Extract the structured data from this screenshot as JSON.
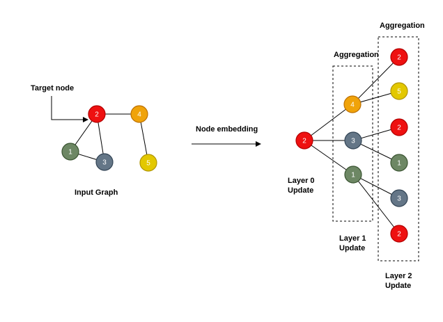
{
  "colors": {
    "red": "#ee1111",
    "red_stroke": "#b20000",
    "orange": "#f0a30a",
    "orange_stroke": "#bd7000",
    "yellow": "#e3c800",
    "yellow_stroke": "#b09500",
    "slate": "#647687",
    "slate_stroke": "#314354",
    "green": "#6d8764",
    "green_stroke": "#3a5431"
  },
  "labels": {
    "target_node": "Target node",
    "input_graph": "Input Graph",
    "node_embedding": "Node embedding",
    "aggregation_1": "Aggregation",
    "aggregation_2": "Aggregation",
    "layer0_line1": "Layer 0",
    "layer0_line2": "Update",
    "layer1_line1": "Layer 1",
    "layer1_line2": "Update",
    "layer2_line1": "Layer 2",
    "layer2_line2": "Update"
  },
  "input_graph": {
    "nodes": [
      {
        "id": "n2",
        "label": "2",
        "color": "red"
      },
      {
        "id": "n4",
        "label": "4",
        "color": "orange"
      },
      {
        "id": "n1",
        "label": "1",
        "color": "green"
      },
      {
        "id": "n3",
        "label": "3",
        "color": "slate"
      },
      {
        "id": "n5",
        "label": "5",
        "color": "yellow"
      }
    ],
    "edges": [
      [
        "n2",
        "n4"
      ],
      [
        "n2",
        "n1"
      ],
      [
        "n2",
        "n3"
      ],
      [
        "n1",
        "n3"
      ],
      [
        "n4",
        "n5"
      ]
    ]
  },
  "tree": {
    "nodes": [
      {
        "id": "t0",
        "label": "2",
        "color": "red"
      },
      {
        "id": "t1a",
        "label": "4",
        "color": "orange"
      },
      {
        "id": "t1b",
        "label": "3",
        "color": "slate"
      },
      {
        "id": "t1c",
        "label": "1",
        "color": "green"
      },
      {
        "id": "t2a",
        "label": "2",
        "color": "red"
      },
      {
        "id": "t2b",
        "label": "5",
        "color": "yellow"
      },
      {
        "id": "t2c",
        "label": "2",
        "color": "red"
      },
      {
        "id": "t2d",
        "label": "1",
        "color": "green"
      },
      {
        "id": "t2e",
        "label": "3",
        "color": "slate"
      },
      {
        "id": "t2f",
        "label": "2",
        "color": "red"
      }
    ],
    "edges": [
      [
        "t0",
        "t1a"
      ],
      [
        "t0",
        "t1b"
      ],
      [
        "t0",
        "t1c"
      ],
      [
        "t1a",
        "t2a"
      ],
      [
        "t1a",
        "t2b"
      ],
      [
        "t1b",
        "t2c"
      ],
      [
        "t1b",
        "t2d"
      ],
      [
        "t1c",
        "t2e"
      ],
      [
        "t1c",
        "t2f"
      ]
    ]
  }
}
